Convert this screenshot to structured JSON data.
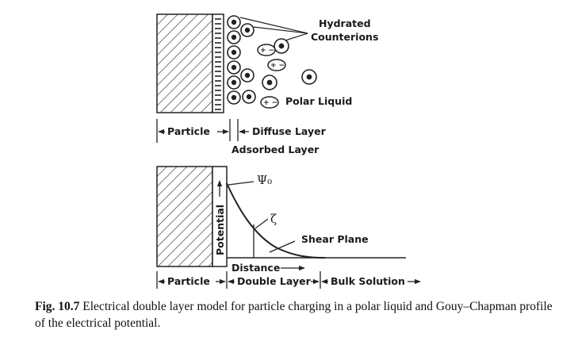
{
  "top_panel": {
    "hydrated_line1": "Hydrated",
    "hydrated_line2": "Counterions",
    "polar_liquid": "Polar Liquid",
    "particle": "Particle",
    "diffuse_layer": "Diffuse Layer",
    "adsorbed_layer": "Adsorbed Layer"
  },
  "bottom_panel": {
    "psi0": "Ψ₀",
    "zeta": "ζ",
    "potential": "Potential",
    "shear_plane": "Shear Plane",
    "distance": "Distance",
    "particle": "Particle",
    "double_layer": "Double Layer",
    "bulk_solution": "Bulk Solution"
  },
  "caption": {
    "fig_label": "Fig. 10.7",
    "text": "Electrical double layer model for particle charging in a polar liquid and Gouy–Chapman profile of the electrical potential."
  }
}
